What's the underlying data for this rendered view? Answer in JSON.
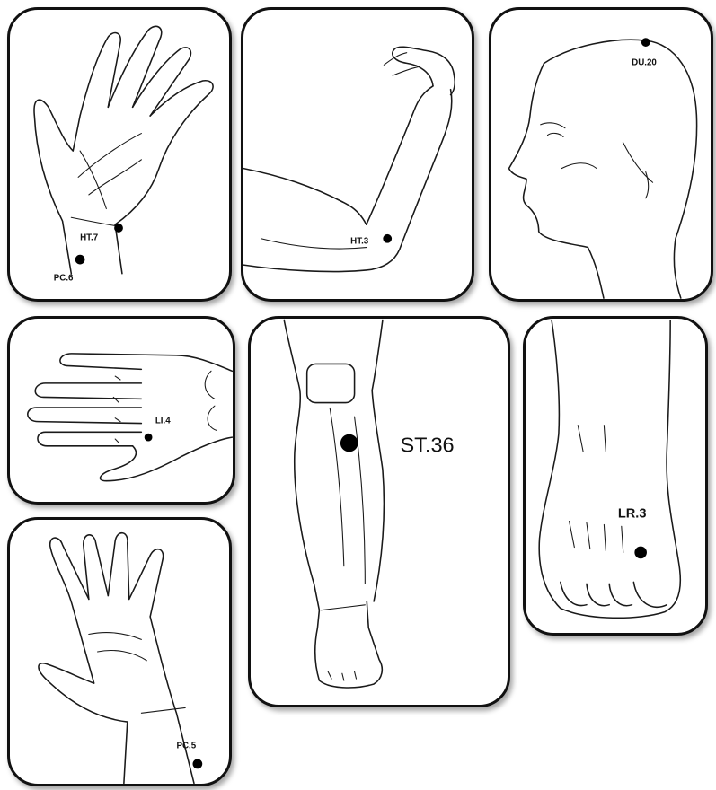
{
  "points": {
    "ht7": "HT.7",
    "pc6": "PC.6",
    "ht3": "HT.3",
    "du20": "DU.20",
    "li4": "LI.4",
    "st36": "ST.36",
    "lr3": "LR.3",
    "pc5": "PC.5"
  },
  "colors": {
    "border": "#111111",
    "ink": "#1a1a1a",
    "point": "#000000"
  }
}
